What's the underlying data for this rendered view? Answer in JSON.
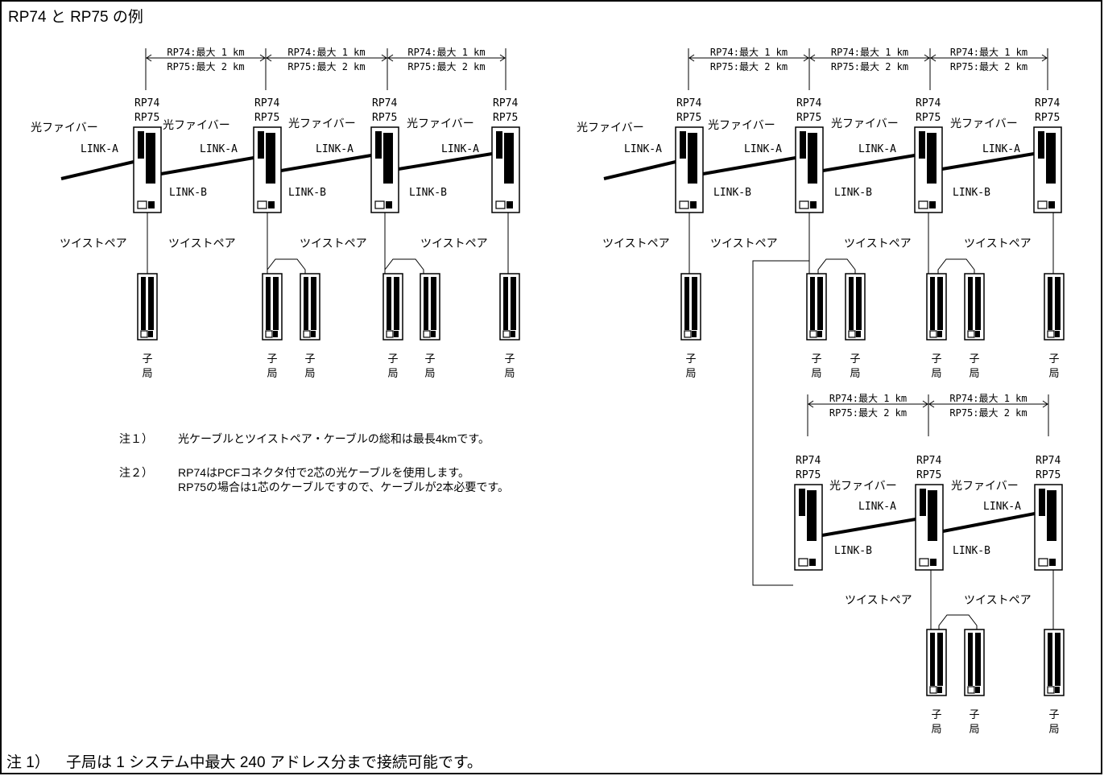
{
  "title": "RP74 と RP75 の例",
  "labels": {
    "rp74": "RP74",
    "rp75": "RP75",
    "fiber": "光ファイバー",
    "link_a": "LINK-A",
    "link_b": "LINK-B",
    "twisted_pair": "ツイストペア",
    "child_station_line1": "子",
    "child_station_line2": "局",
    "dim_rp74": "RP74:最大 1 km",
    "dim_rp75": "RP75:最大 2 km"
  },
  "notes": [
    {
      "mark": "注１）",
      "lines": [
        "光ケーブルとツイストペア・ケーブルの総和は最長4kmです。"
      ]
    },
    {
      "mark": "注２）",
      "lines": [
        "RP74はPCFコネクタ付で2芯の光ケーブルを使用します。",
        "RP75の場合は1芯のケーブルですので、ケーブルが2本必要です。"
      ]
    }
  ],
  "bottom_note": {
    "mark": "注 1）",
    "text": "子局は 1 システム中最大 240 アドレス分まで接続可能です。"
  }
}
